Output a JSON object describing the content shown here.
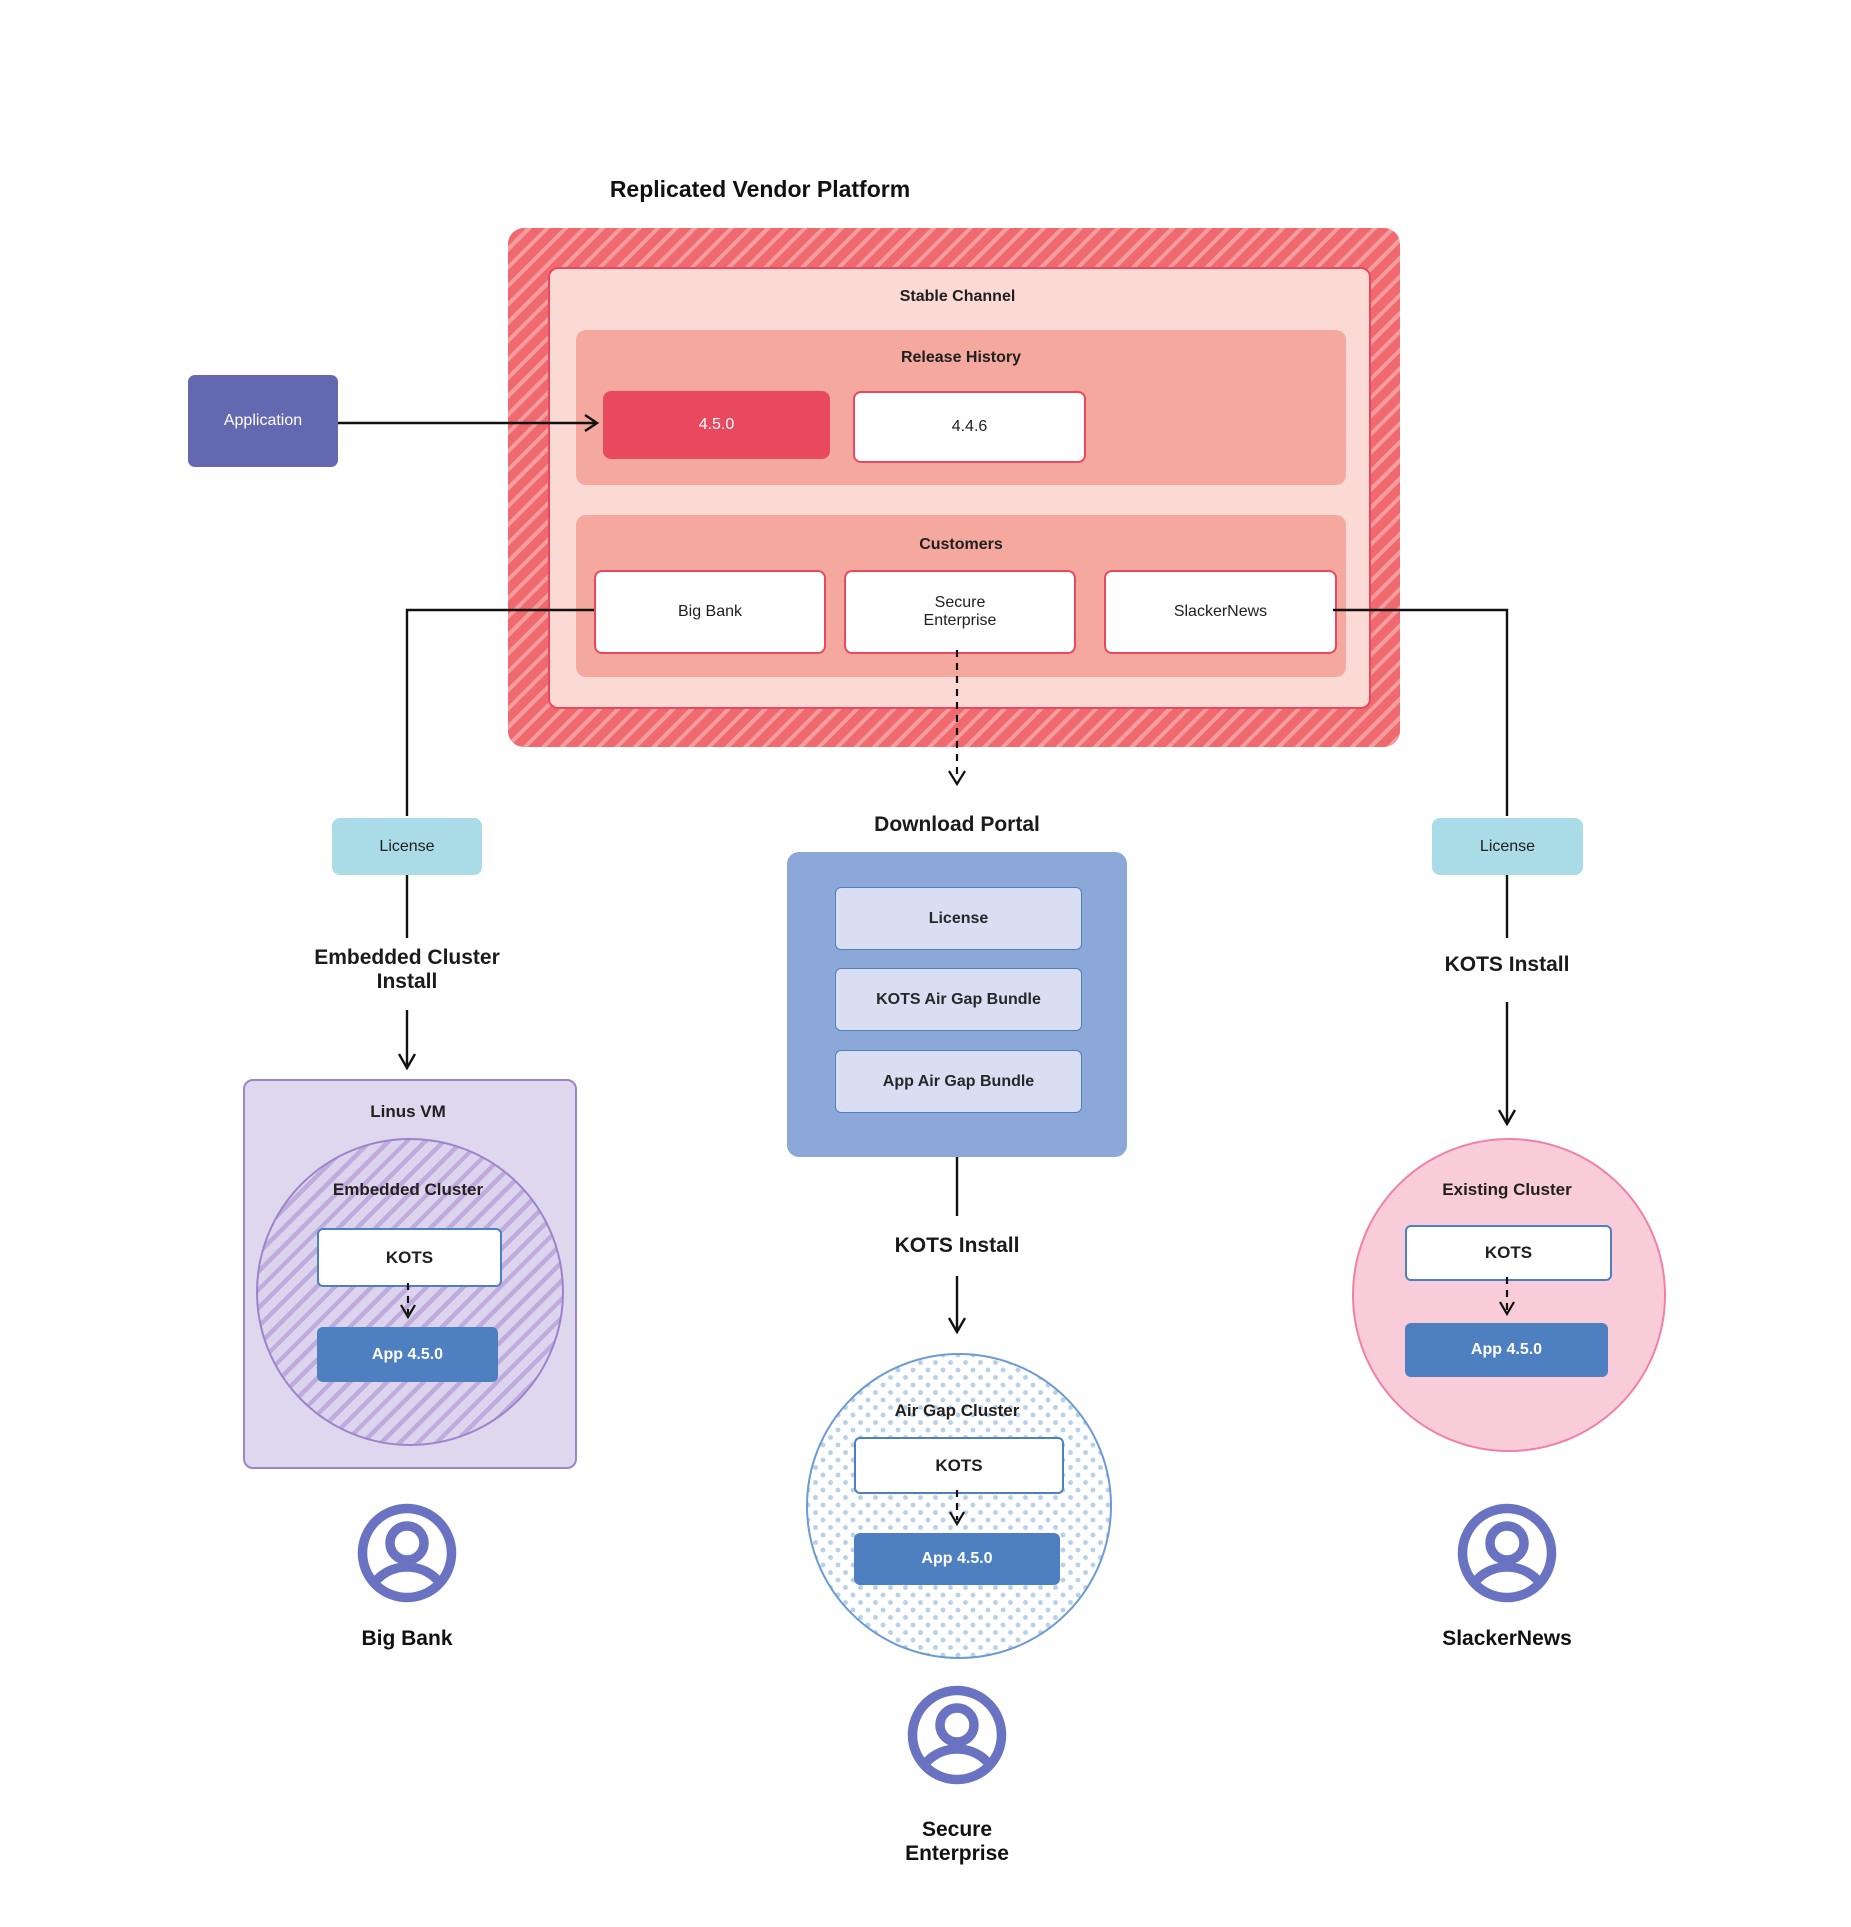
{
  "title": "Replicated Vendor Platform",
  "platform": {
    "stable_channel_label": "Stable Channel",
    "release_history_label": "Release History",
    "release_current": "4.5.0",
    "release_previous": "4.4.6",
    "customers_label": "Customers",
    "customer_big_bank": "Big Bank",
    "customer_secure": "Secure\nEnterprise",
    "customer_slackernews": "SlackerNews"
  },
  "application_label": "Application",
  "download_portal": {
    "title": "Download Portal",
    "license": "License",
    "kots_bundle": "KOTS Air Gap Bundle",
    "app_bundle": "App Air Gap Bundle"
  },
  "big_bank_flow": {
    "license": "License",
    "install": "Embedded Cluster\nInstall",
    "vm_label": "Linus VM",
    "cluster_label": "Embedded Cluster",
    "kots": "KOTS",
    "app": "App 4.5.0",
    "user_label": "Big Bank"
  },
  "secure_flow": {
    "install": "KOTS Install",
    "cluster_label": "Air Gap Cluster",
    "kots": "KOTS",
    "app": "App 4.5.0",
    "user_label": "Secure\nEnterprise"
  },
  "slackernews_flow": {
    "license": "License",
    "install": "KOTS Install",
    "cluster_label": "Existing Cluster",
    "kots": "KOTS",
    "app": "App 4.5.0",
    "user_label": "SlackerNews"
  },
  "colors": {
    "accent_red": "#e8495f",
    "hatch_red_base": "#f0696e",
    "salmon": "#f4a89e",
    "light_pink": "#fbdad5",
    "indigo": "#6468b0",
    "license_cyan": "#a9dce6",
    "portal_blue": "#8ba8d9",
    "bundle_fill": "#d9def2",
    "app_blue": "#4d7fc1",
    "purple_border": "#9c83ca",
    "existing_pink_border": "#f180a5",
    "user_icon": "#6973c1",
    "line_black": "#111111"
  }
}
